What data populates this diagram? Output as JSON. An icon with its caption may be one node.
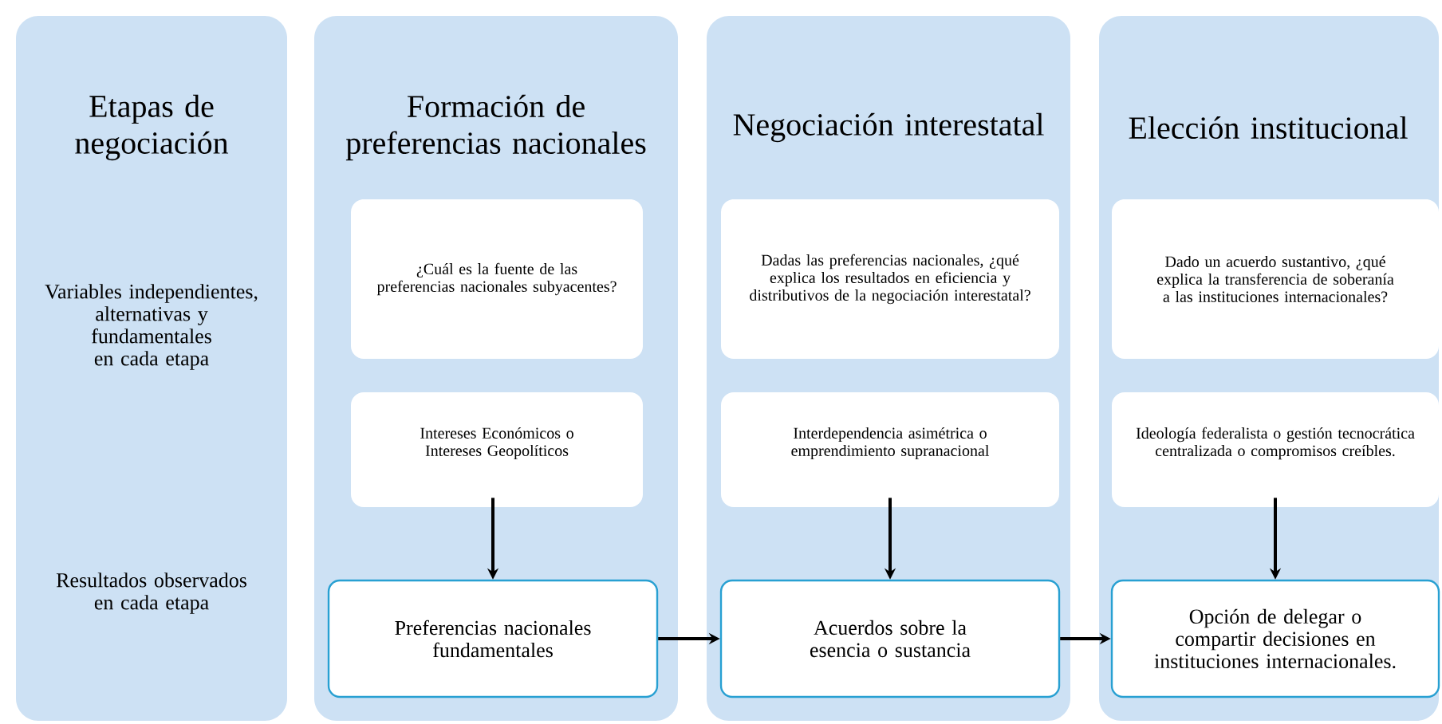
{
  "diagram": {
    "nodes": [
      {
        "text": [
          "Etapas de negociación",
          "Variables independientes, alternativas y fundamentales en cada etapa",
          "Resultados observados en cada etapa"
        ]
      },
      {
        "text": [
          "Formación de preferencias nacionales"
        ]
      },
      {
        "text": [
          "¿Cuál es la fuente de las preferencias nacionales subyacentes?"
        ],
        "in": 1
      },
      {
        "text": [
          "Intereses Económicos o Intereses Geopolíticos"
        ],
        "in": 1
      },
      {
        "text": [
          "Preferencias nacionales fundamentales"
        ],
        "in": 1
      },
      {
        "text": [
          "Negociación interestatal"
        ]
      },
      {
        "text": [
          "Dadas las preferencias nacionales, ¿qué explica los resultados en eficiencia y distributivos de la negociación interestatal?"
        ],
        "in": 5
      },
      {
        "text": [
          "Interdependencia asimétrica o emprendimiento supranacional"
        ],
        "in": 5
      },
      {
        "text": [
          "Acuerdos sobre la esencia o sustancia"
        ],
        "in": 5
      },
      {
        "text": [
          "Elección institucional"
        ]
      },
      {
        "text": [
          "Dado un acuerdo sustantivo, ¿qué explica la transferencia de soberanía a las instituciones internacionales?"
        ],
        "in": 9
      },
      {
        "text": [
          "Ideología federalista o gestión tecnocrática centralizada o compromisos creíbles."
        ],
        "in": 9
      },
      {
        "text": [
          "Opción de delegar o compartir decisiones en instituciones internacionales."
        ],
        "in": 9
      }
    ],
    "edges": [
      {
        "from": 3,
        "to": 4,
        "arrow": "to"
      },
      {
        "from": 7,
        "to": 8,
        "arrow": "to"
      },
      {
        "from": 11,
        "to": 12,
        "arrow": "to"
      },
      {
        "from": 4,
        "to": 8,
        "arrow": "to"
      },
      {
        "from": 8,
        "to": 12,
        "arrow": "to"
      }
    ]
  }
}
